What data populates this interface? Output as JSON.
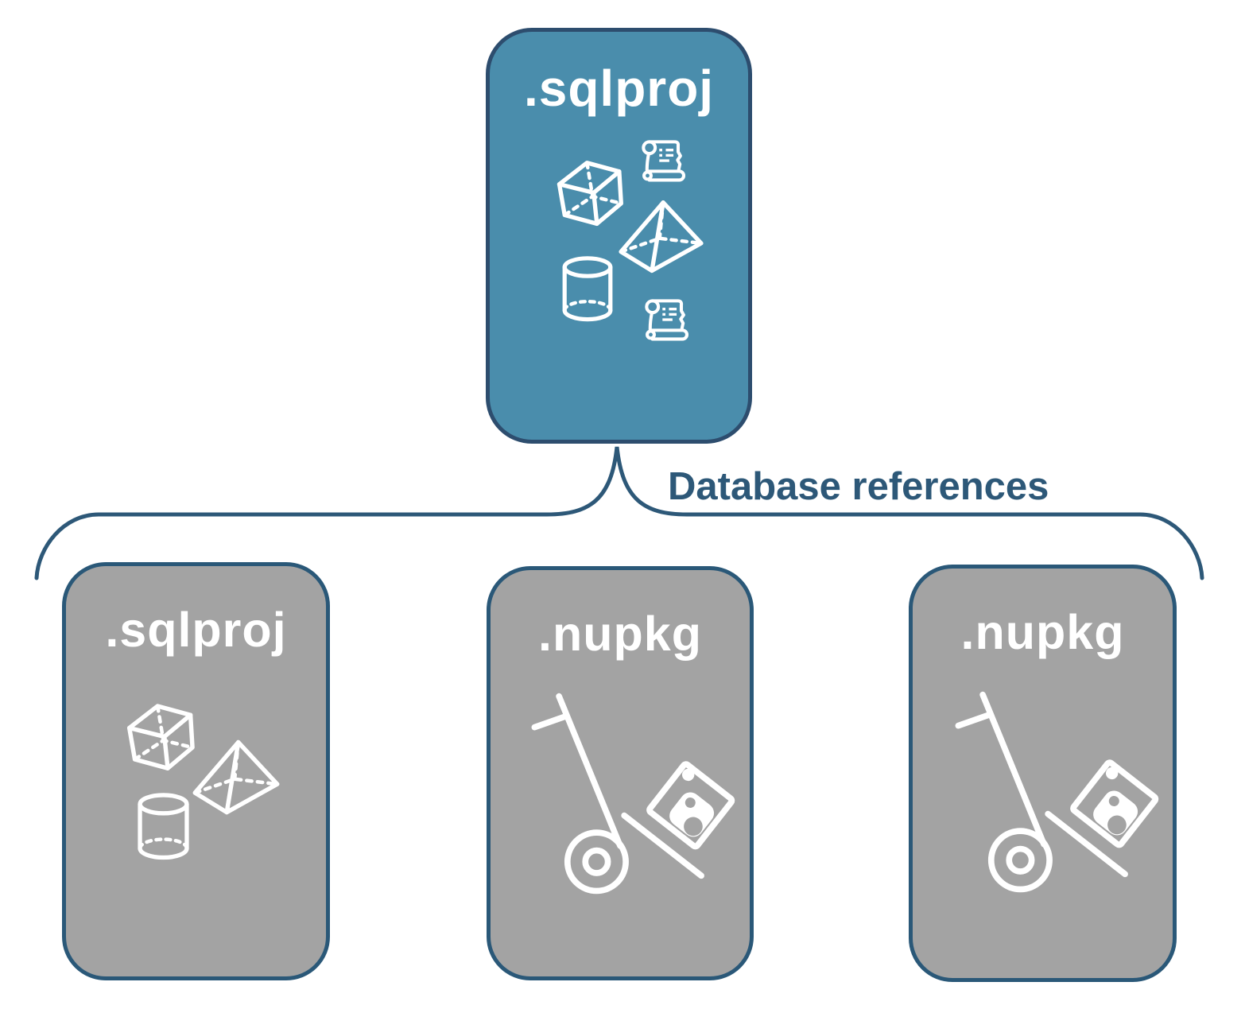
{
  "root_card": {
    "label": ".sqlproj",
    "icons": [
      "cube-icon",
      "scroll-icon",
      "pyramid-icon",
      "cylinder-icon",
      "scroll-icon"
    ]
  },
  "connector": {
    "label": "Database references"
  },
  "child_cards": [
    {
      "label": ".sqlproj",
      "icons": [
        "cube-icon",
        "pyramid-icon",
        "cylinder-icon"
      ]
    },
    {
      "label": ".nupkg",
      "icons": [
        "dolly-package-icon"
      ]
    },
    {
      "label": ".nupkg",
      "icons": [
        "dolly-package-icon"
      ]
    }
  ],
  "colors": {
    "root_fill": "#4a8dac",
    "root_border": "#2d4d6e",
    "child_fill": "#a3a3a3",
    "child_border": "#2a5878",
    "brace": "#2d5878",
    "connector_label": "#2d5878",
    "icon_stroke": "#ffffff",
    "card_label_text": "#ffffff",
    "background": "#ffffff"
  }
}
